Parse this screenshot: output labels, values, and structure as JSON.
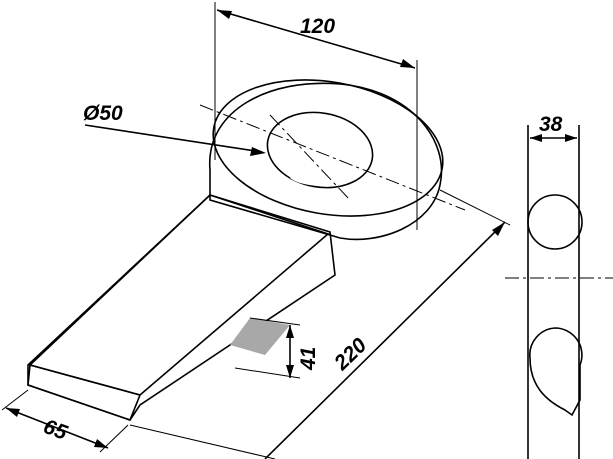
{
  "drawing": {
    "dimensions": {
      "width_top": "120",
      "hole_diameter": "Ø50",
      "section_thickness": "38",
      "length": "220",
      "height": "41",
      "tip_width": "65"
    },
    "colors": {
      "fill_light": "#dcdcdc",
      "fill_mid": "#c4c4c4",
      "fill_dark": "#a8a8a8",
      "hatch": "#000000"
    }
  }
}
